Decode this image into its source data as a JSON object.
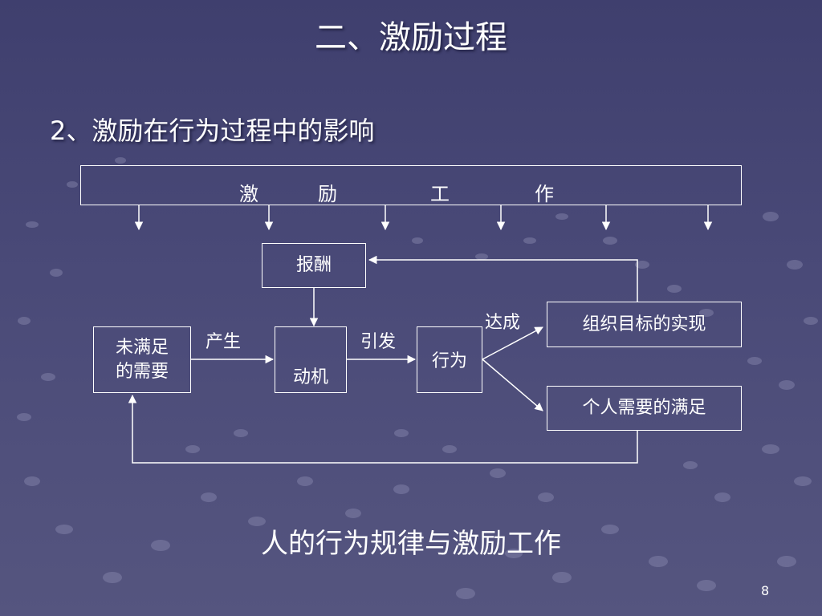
{
  "slide": {
    "title": "二、激励过程",
    "subtitle": "2、激励在行为过程中的影响",
    "caption": "人的行为规律与激励工作",
    "page_number": "8"
  },
  "diagram": {
    "banner_chars": [
      "激",
      "励",
      "工",
      "作"
    ],
    "nodes": {
      "reward": "报酬",
      "need_line1": "未满足",
      "need_line2": "的需要",
      "motive": "动机",
      "behavior": "行为",
      "org_goal": "组织目标的实现",
      "personal_need": "个人需要的满足"
    },
    "edge_labels": {
      "produce": "产生",
      "trigger": "引发",
      "achieve": "达成"
    }
  },
  "colors": {
    "background": "#4a4a78",
    "line": "#ffffff"
  }
}
